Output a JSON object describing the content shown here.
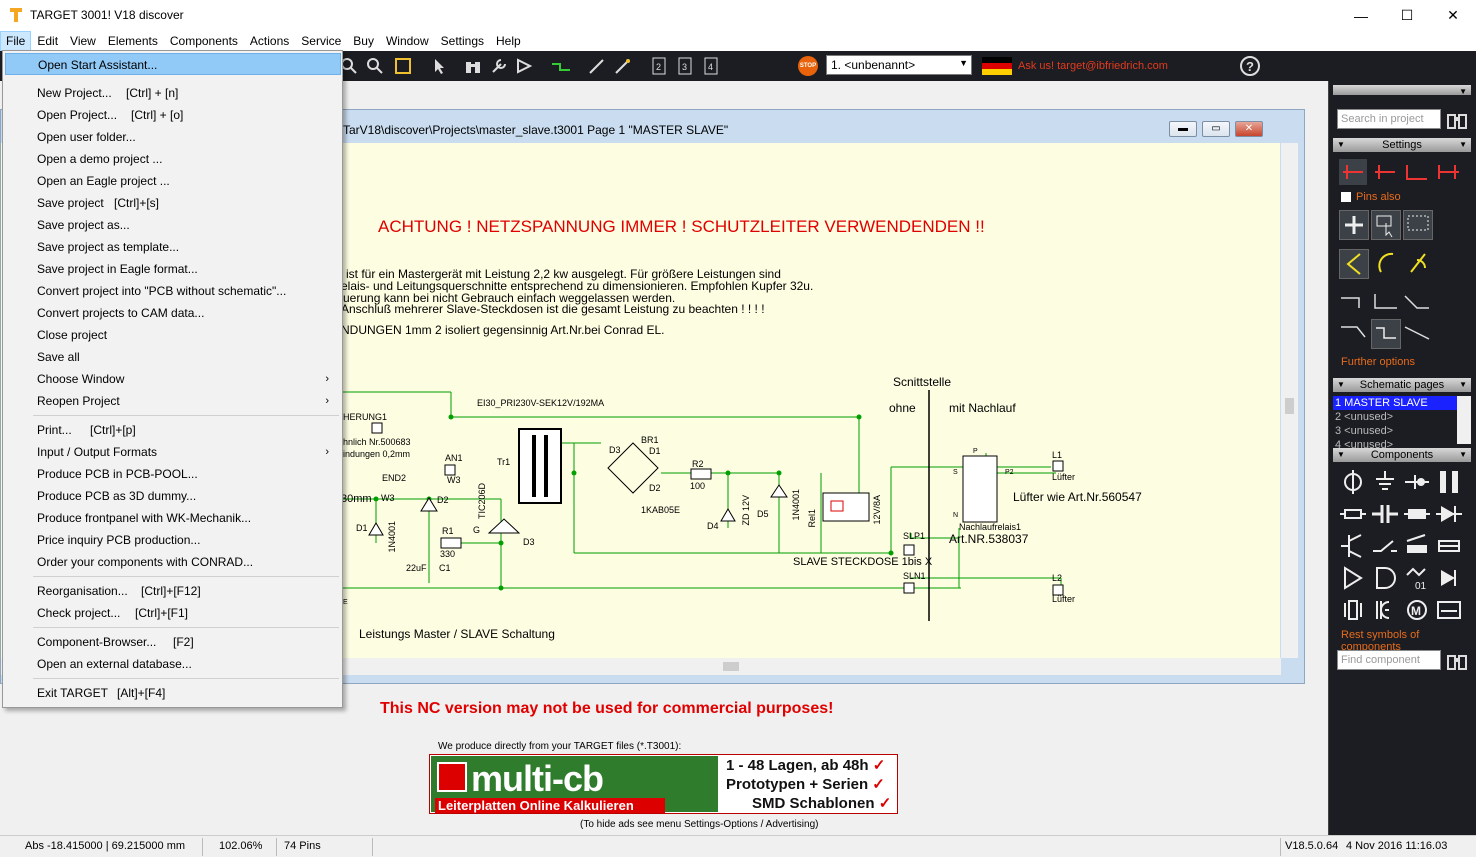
{
  "window": {
    "title": "TARGET 3001! V18 discover",
    "minimize": "—",
    "maximize": "☐",
    "close": "✕"
  },
  "menubar": [
    "File",
    "Edit",
    "View",
    "Elements",
    "Components",
    "Actions",
    "Service",
    "Buy",
    "Window",
    "Settings",
    "Help"
  ],
  "toolbar": {
    "layer_select": "1. <unbenannt>",
    "stop_label": "STOP",
    "ask_us": "Ask us! target@ibfriedrich.com",
    "help": "?"
  },
  "file_menu": {
    "items": [
      {
        "label": "Open Start Assistant...",
        "shortcut": ""
      },
      {
        "label": "New Project...",
        "shortcut": "[Ctrl] + [n]"
      },
      {
        "label": "Open Project...",
        "shortcut": "[Ctrl] + [o]"
      },
      {
        "label": "Open user folder...",
        "shortcut": ""
      },
      {
        "label": "Open a demo project ...",
        "shortcut": ""
      },
      {
        "label": "Open an Eagle project ...",
        "shortcut": ""
      },
      {
        "label": "Save project",
        "shortcut": "[Ctrl]+[s]"
      },
      {
        "label": "Save project as...",
        "shortcut": ""
      },
      {
        "label": "Save project as template...",
        "shortcut": ""
      },
      {
        "label": "Save project in Eagle format...",
        "shortcut": ""
      },
      {
        "label": "Convert project into \"PCB without schematic\"...",
        "shortcut": ""
      },
      {
        "label": "Convert projects to CAM data...",
        "shortcut": ""
      },
      {
        "label": "Close project",
        "shortcut": ""
      },
      {
        "label": "Save all",
        "shortcut": ""
      },
      {
        "label": "Choose Window",
        "shortcut": ""
      },
      {
        "label": "Reopen Project",
        "shortcut": ""
      },
      {
        "label": "Print...",
        "shortcut": "[Ctrl]+[p]"
      },
      {
        "label": "Input / Output Formats",
        "shortcut": ""
      },
      {
        "label": "Produce PCB in PCB-POOL...",
        "shortcut": ""
      },
      {
        "label": "Produce PCB as 3D dummy...",
        "shortcut": ""
      },
      {
        "label": "Produce frontpanel with WK-Mechanik...",
        "shortcut": ""
      },
      {
        "label": "Price inquiry PCB production...",
        "shortcut": ""
      },
      {
        "label": "Order your components with CONRAD...",
        "shortcut": ""
      },
      {
        "label": "Reorganisation...",
        "shortcut": "[Ctrl]+[F12]"
      },
      {
        "label": "Check project...",
        "shortcut": "[Ctrl]+[F1]"
      },
      {
        "label": "Component-Browser...",
        "shortcut": "[F2]"
      },
      {
        "label": "Open an external database...",
        "shortcut": ""
      },
      {
        "label": "Exit TARGET",
        "shortcut": "[Alt]+[F4]"
      }
    ],
    "submenu_arrow": "›"
  },
  "schematic_window": {
    "title": "TarV18\\discover\\Projects\\master_slave.t3001 Page 1 \"MASTER SLAVE\"",
    "btn_min": "▬",
    "btn_max": "▭",
    "btn_close": "✕"
  },
  "schematic": {
    "warning": "ACHTUNG ! NETZSPANNUNG IMMER ! SCHUTZLEITER  VERWENDENDEN  !!",
    "desc1": "ist für ein Mastergerät mit Leistung 2,2 kw ausgelegt. Für größere Leistungen sind",
    "desc2": "elais- und Leitungsquerschnitte entsprechend zu dimensionieren. Empfohlen Kupfer 32u.",
    "desc3": "uerung kann bei nicht Gebrauch einfach weggelassen werden.",
    "desc4": "Anschluß mehrerer Slave-Steckdosen ist die gesamt Leistung zu beachten ! ! ! !",
    "desc5": "NDUNGEN 1mm 2 isoliert gegensinnig       Art.Nr.bei Conrad EL.",
    "schnittstelle": "Scnittstelle",
    "ohne": "ohne",
    "mit_nachlauf": "mit Nachlauf",
    "herung": "HERUNG1",
    "nr500683": "hnlich Nr.500683",
    "indungen": "indungen 0,2mm",
    "transformer": "EI30_PRI230V-SEK12V/192MA",
    "tr1": "Tr1",
    "an1": "AN1",
    "w3a": "W3",
    "end2": "END2",
    "w3b": "W3",
    "omm": "30mm",
    "d1": "D1",
    "n4001a": "1N4001",
    "d2a": "D2",
    "r1": "R1",
    "r330": "330",
    "c1": "C1",
    "uf22": "22uF",
    "g": "G",
    "tic206d": "TIC206D",
    "d3": "D3",
    "br1": "BR1",
    "d1b": "D1",
    "d2b": "D2",
    "d3b": "D3",
    "kab05e": "1KAB05E",
    "r2": "R2",
    "r100": "100",
    "d4": "D4",
    "zd12v": "ZD 12V",
    "d5": "D5",
    "n4001b": "1N4001",
    "rel1": "Rel1",
    "v12": "12V/8A",
    "slp1": "SLP1",
    "sln1": "SLN1",
    "slave": "SLAVE  STECKDOSE  1bis X",
    "l1": "L1",
    "lufter1": "Lüfter",
    "l2": "L2",
    "lufter2": "Lüfter",
    "lufter_wie": "Lüfter wie Art.Nr.560547",
    "nachlauf": "Nachlaufrelais1",
    "artnr": "Art.NR.538037",
    "p": "P",
    "p2": "P2",
    "s": "S",
    "n": "N",
    "e": "E",
    "footer": "Leistungs Master / SLAVE Schaltung"
  },
  "ad": {
    "notice": "This NC version may not be used for commercial purposes!",
    "intro": "We produce directly from your TARGET files (*.T3001):",
    "brand": "multi-cb",
    "tagline": "Leiterplatten  Online  Kalkulieren",
    "line1": "1 - 48 Lagen, ab 48h",
    "line2": "Prototypen + Serien",
    "line3": "SMD Schablonen",
    "check": "✓",
    "hint": "(To hide ads see menu Settings-Options / Advertising)"
  },
  "right_panel": {
    "search_project": "Search in project",
    "settings": "Settings",
    "pins_also": "Pins also",
    "further_options": "Further options",
    "schematic_pages": "Schematic pages",
    "pages": [
      "1 MASTER SLAVE",
      "2 <unused>",
      "3 <unused>",
      "4 <unused>"
    ],
    "components": "Components",
    "rest_symbols": "Rest symbols of components",
    "find_component": "Find component"
  },
  "statusbar": {
    "abs": "Abs -18.415000 | 69.215000 mm",
    "zoom": "102.06%",
    "pins": "74 Pins",
    "version": "V18.5.0.64",
    "datetime": "4 Nov 2016 11:16.03"
  },
  "colors": {
    "canvas_bg": "#fdfde2",
    "wire": "#00a000",
    "warning_red": "#e00000",
    "component_red": "#ff0000",
    "toolbar_dark": "#1b1d22",
    "menu_highlight": "#91c9f7"
  }
}
